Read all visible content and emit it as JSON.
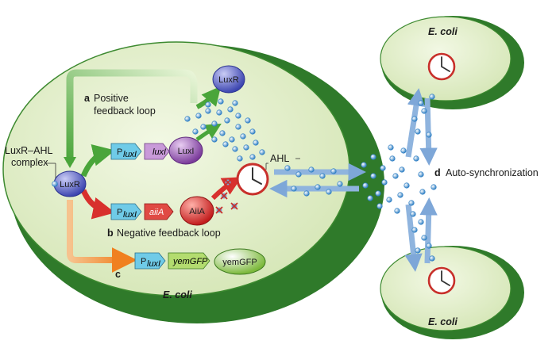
{
  "cells": {
    "main": "E. coli",
    "top_right": "E. coli",
    "bottom_right": "E. coli"
  },
  "molecules": {
    "luxr_top": "LuxR",
    "luxr_center": "LuxR",
    "luxi": "LuxI",
    "aiia": "AiiA",
    "yemgfp": "yemGFP"
  },
  "genes": {
    "promoter_main": "P",
    "promoter_sub": "luxI",
    "luxi_gene": "luxI",
    "aiia_gene": "aiiA",
    "yemgfp_gene": "yemGFP"
  },
  "labels": {
    "complex_line1": "LuxR–AHL",
    "complex_line2": "complex",
    "ahl": "AHL",
    "a_letter": "a",
    "a_line1": "Positive",
    "a_line2": "feedback loop",
    "b_letter": "b",
    "b_text": "Negative feedback loop",
    "c_letter": "c",
    "d_letter": "d",
    "d_text": "Auto-synchronization"
  },
  "colors": {
    "cell_fill": "#e3efcc",
    "cell_rim": "#2f7a2a",
    "luxr": "#5a63c9",
    "luxi": "#9b5db8",
    "aiia": "#d8302d",
    "gfp": "#8cc63f",
    "promoter": "#6fcbe8",
    "ahl_dot": "#3a8fd0",
    "transport": "#8fb4de"
  }
}
